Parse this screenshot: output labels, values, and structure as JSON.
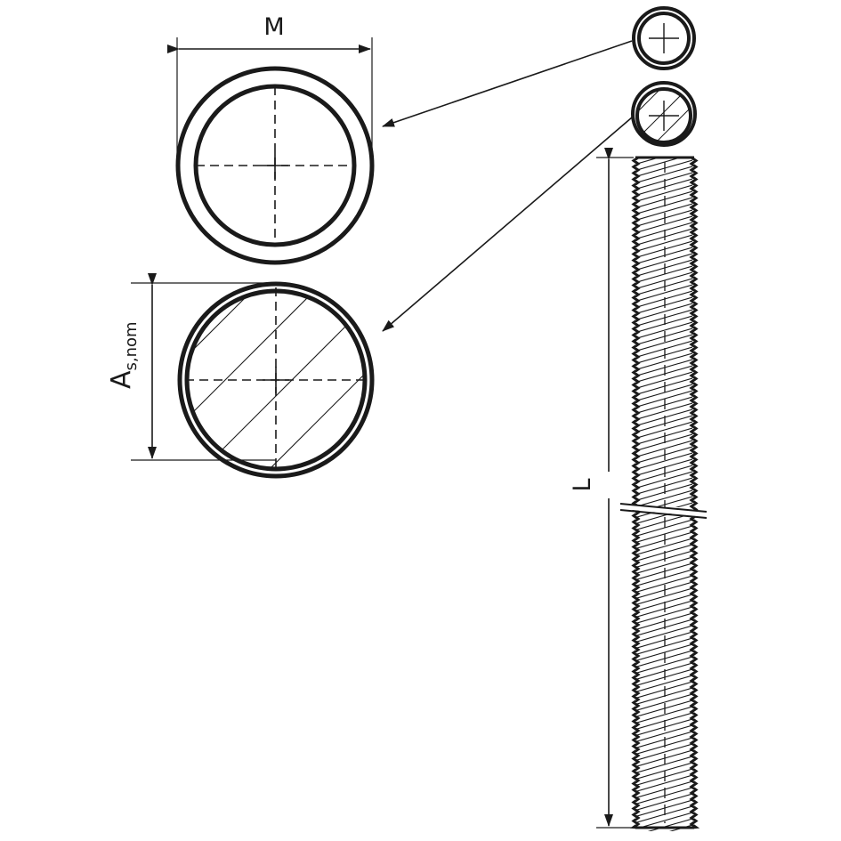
{
  "labels": {
    "diameter": "M",
    "area_main": "A",
    "area_sub": "s,nom",
    "length": "L"
  },
  "colors": {
    "line": "#1a1a1a",
    "background": "#ffffff"
  }
}
